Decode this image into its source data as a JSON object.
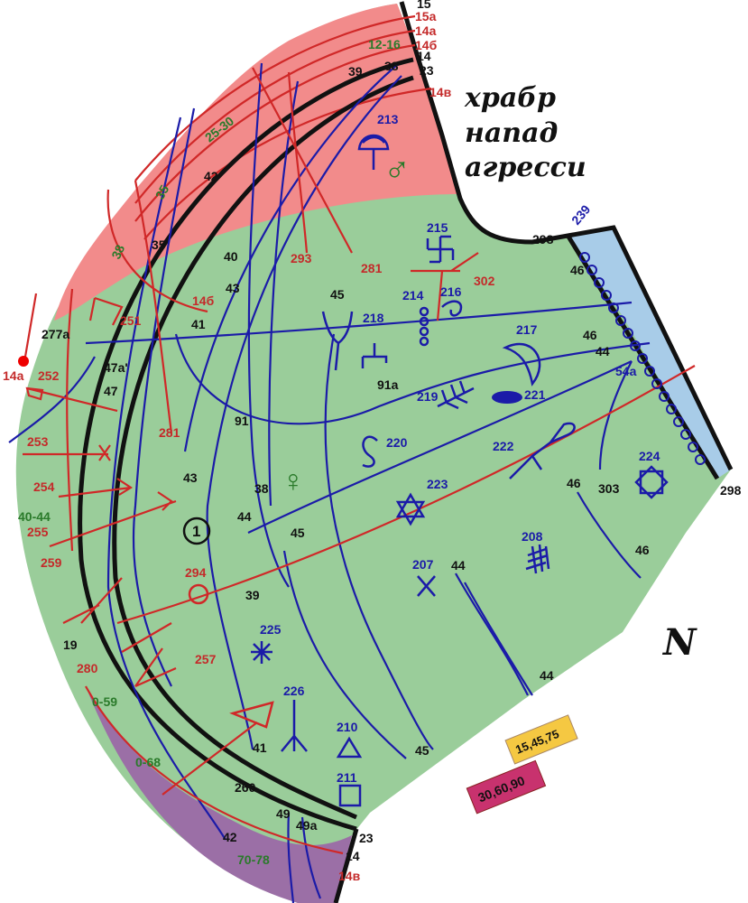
{
  "colors": {
    "mount_top": "#f28b8b",
    "palm": "#9acd9a",
    "lower_mount": "#9b6fa6",
    "side_strip": "#a8cce8",
    "line_blue": "#1b1ba8",
    "line_red": "#d02828",
    "label_green": "#2a7a2a",
    "box_yellow": "#f5c842",
    "box_magenta": "#c8326e"
  },
  "labels": {
    "black": [
      "15",
      "14",
      "23",
      "39",
      "38",
      "42",
      "35",
      "40",
      "43",
      "41",
      "45",
      "91a",
      "46",
      "46",
      "44",
      "277a",
      "47a'",
      "47",
      "91",
      "43",
      "38",
      "44",
      "45",
      "39",
      "19",
      "41",
      "260",
      "49",
      "49a",
      "42",
      "23",
      "14",
      "298",
      "298",
      "46",
      "303",
      "46",
      "44",
      "44",
      "45"
    ],
    "red": [
      "15а",
      "14а",
      "14б",
      "14в",
      "293",
      "281",
      "302",
      "14б",
      "251",
      "252",
      "14а",
      "253",
      "281",
      "254",
      "255",
      "259",
      "294",
      "280",
      "257",
      "14в"
    ],
    "green": [
      "12-16",
      "25-30",
      "35",
      "38",
      "40-44",
      "0-59",
      "0-68",
      "70-78"
    ],
    "blue": [
      "213",
      "215",
      "214",
      "216",
      "218",
      "217",
      "219",
      "221",
      "220",
      "222",
      "223",
      "224",
      "208",
      "207",
      "225",
      "226",
      "210",
      "211",
      "239",
      "54а"
    ]
  },
  "circled_number": "1",
  "handwritten": [
    "храбр",
    "напад",
    "агресси",
    "N"
  ],
  "boxes": [
    "15,45,75",
    "30,60,90"
  ],
  "icons": [
    "mars-symbol",
    "venus-symbol",
    "star-of-david",
    "hexagram-224",
    "swastika-215",
    "grid-208",
    "cross-207",
    "asterisk-225",
    "triangle-210",
    "square-211",
    "circle-294",
    "triangle-red"
  ]
}
